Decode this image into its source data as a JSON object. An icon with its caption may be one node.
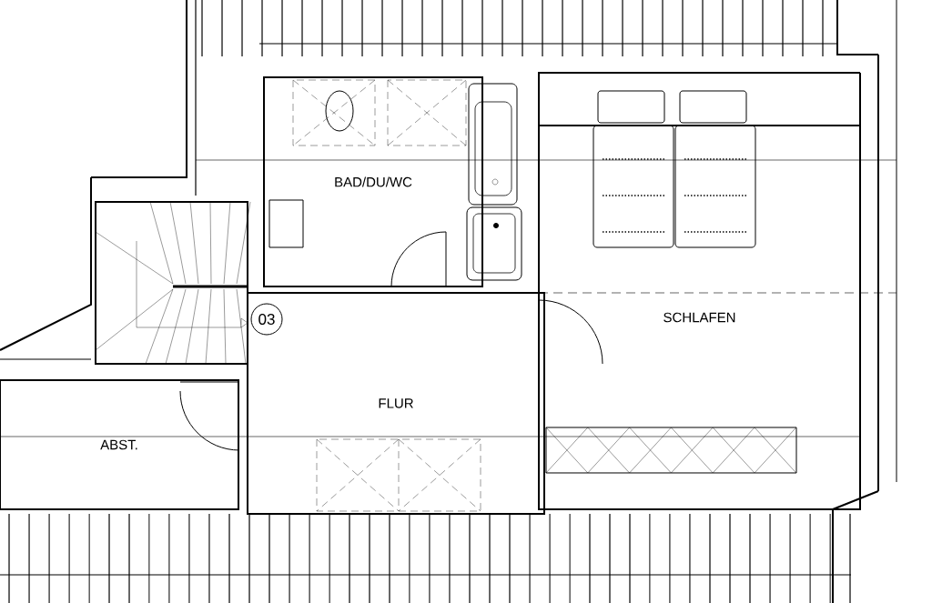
{
  "diagram": {
    "nodes": [
      {
        "text": [
          "BAD/DU/WC"
        ]
      },
      {
        "text": [
          "FLUR"
        ]
      },
      {
        "text": [
          "SCHLAFEN"
        ]
      },
      {
        "text": [
          "ABST."
        ]
      },
      {
        "text": [
          "03"
        ],
        "in": 1
      }
    ]
  }
}
